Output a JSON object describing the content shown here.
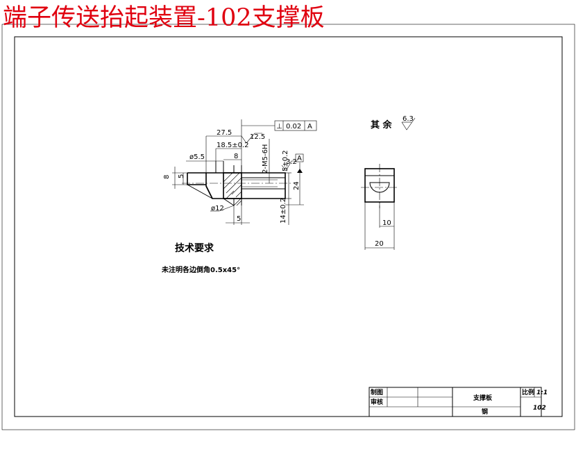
{
  "title": "端子传送抬起装置-102支撑板",
  "dimensions": {
    "d_27_5": "27.5",
    "d_18_5": "18.5±0.2",
    "d_8_top": "8",
    "d_dia55": "ø5.5",
    "d_8_left": "8",
    "d_5_left": "5",
    "d_dia12": "ø12",
    "d_5_bottom": "5",
    "d_m5": "2-M5-6H",
    "d_5_right": "5±0.2",
    "d_24": "24",
    "d_14": "14±0.2",
    "d_10": "10",
    "d_20": "20",
    "rough_left": "12.5",
    "rough_right": "3.2",
    "rough_rest": "6.3"
  },
  "tolerance_frame": {
    "symbol": "⊥",
    "value": "0.02",
    "datum": "A"
  },
  "datum_label": "A",
  "remaining_label": "其 余",
  "tech_requirements": {
    "heading": "技术要求",
    "note": "未注明各边倒角0.5x45°"
  },
  "title_block": {
    "drawn_label": "制图",
    "checked_label": "审核",
    "part_name": "支撑板",
    "scale_label": "比例",
    "scale_value": "1:1",
    "material": "钢",
    "drawing_no": "102"
  }
}
